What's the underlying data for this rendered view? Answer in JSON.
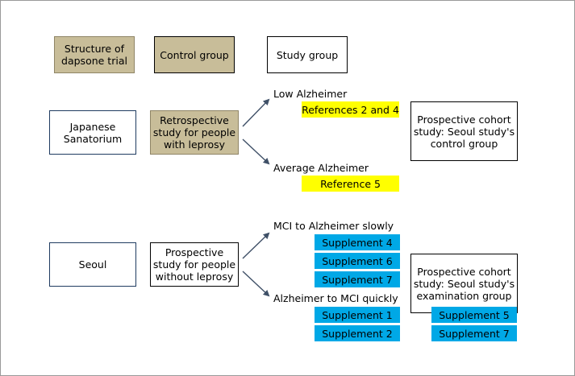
{
  "legend": {
    "structure": "Structure of\ndapsone trial",
    "control": "Control group",
    "study": "Study group"
  },
  "japan": {
    "site": "Japanese\nSanatorium",
    "study": "Retrospective\nstudy for people\nwith leprosy",
    "branch_top": "Low Alzheimer",
    "branch_top_refs": [
      "References 2 and 4"
    ],
    "branch_bottom": "Average Alzheimer",
    "branch_bottom_refs": [
      "Reference 5"
    ],
    "cohort": "Prospective cohort\nstudy: Seoul study's\ncontrol group"
  },
  "seoul": {
    "site": "Seoul",
    "study": "Prospective\nstudy for people\nwithout leprosy",
    "branch_top": "MCI to Alzheimer slowly",
    "branch_top_refs": [
      "Supplement 4",
      "Supplement 6",
      "Supplement 7"
    ],
    "branch_bottom": "Alzheimer to MCI quickly",
    "branch_bottom_refs": [
      "Supplement 1",
      "Supplement 2"
    ],
    "cohort": "Prospective cohort\nstudy: Seoul study's\nexamination group",
    "cohort_refs": [
      "Supplement 5",
      "Supplement 7"
    ]
  },
  "colors": {
    "tan": "#c8bd99",
    "highlight_yellow": "#ffff00",
    "highlight_blue": "#00a8e6",
    "arrow": "#3f5067"
  }
}
